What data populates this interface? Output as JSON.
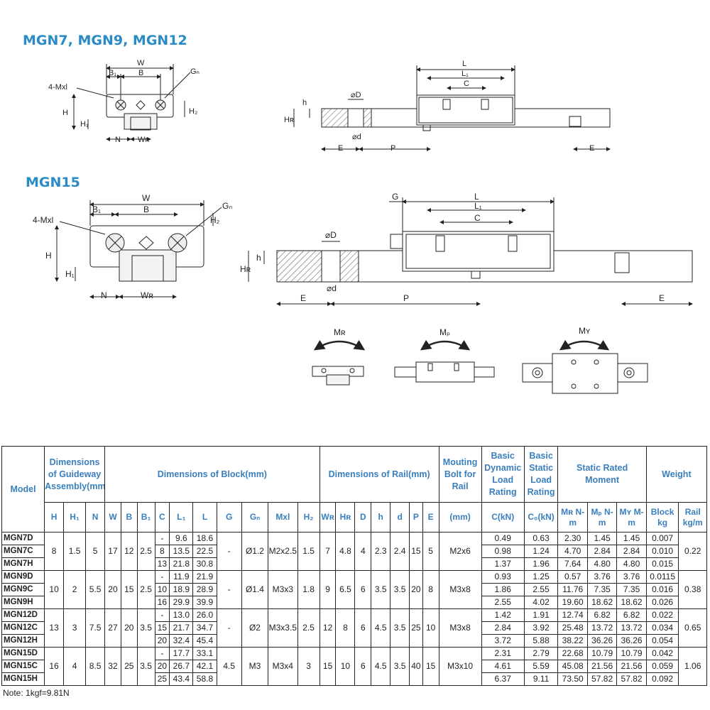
{
  "sections": {
    "top_title": "MGN7, MGN9, MGN12",
    "mid_title": "MGN15"
  },
  "drawing_labels": {
    "W": "W",
    "B": "B",
    "B1": "B₁",
    "Gn": "Gₙ",
    "Mxl": "4-Mxl",
    "H": "H",
    "H1": "H₁",
    "H2": "H₂",
    "N": "N",
    "WR": "Wʀ",
    "L": "L",
    "L1": "L₁",
    "C": "C",
    "D": "⌀D",
    "d": "⌀d",
    "h": "h",
    "HR": "Hʀ",
    "E": "E",
    "P": "P",
    "G": "G",
    "MR": "Mʀ",
    "MP": "Mₚ",
    "MY": "Mʏ"
  },
  "table": {
    "header": {
      "model": "Model",
      "guideway": "Dimensions of Guideway Assembly(mm)",
      "block": "Dimensions of Block(mm)",
      "rail": "Dimensions of Rail(mm)",
      "bolt": "Mouting Bolt for Rail",
      "dynamic": "Basic Dynamic Load Rating",
      "static": "Basic Static Load Rating",
      "moment": "Static Rated Moment",
      "weight": "Weight"
    },
    "subheader": [
      "H",
      "H₁",
      "N",
      "W",
      "B",
      "B₁",
      "C",
      "L₁",
      "L",
      "G",
      "Gₙ",
      "Mxl",
      "H₂",
      "Wʀ",
      "Hʀ",
      "D",
      "h",
      "d",
      "P",
      "E",
      "(mm)",
      "C(kN)",
      "C₀(kN)",
      "Mʀ N-m",
      "Mₚ N-m",
      "Mʏ M-m",
      "Block kg",
      "Rail kg/m"
    ],
    "groups": [
      {
        "H": "8",
        "H1": "1.5",
        "N": "5",
        "W": "17",
        "B": "12",
        "B1": "2.5",
        "G": "-",
        "Gn": "Ø1.2",
        "Mxl": "M2x2.5",
        "H2": "1.5",
        "WR": "7",
        "HR": "4.8",
        "D": "4",
        "h": "2.3",
        "d": "2.4",
        "P": "15",
        "E": "5",
        "bolt": "M2x6",
        "rail_kg": "0.22",
        "rows": [
          {
            "model": "MGN7D",
            "C": "-",
            "L1": "9.6",
            "L": "18.6",
            "Cdyn": "0.49",
            "C0": "0.63",
            "MR": "2.30",
            "MP": "1.45",
            "MY": "1.45",
            "block_kg": "0.007"
          },
          {
            "model": "MGN7C",
            "C": "8",
            "L1": "13.5",
            "L": "22.5",
            "Cdyn": "0.98",
            "C0": "1.24",
            "MR": "4.70",
            "MP": "2.84",
            "MY": "2.84",
            "block_kg": "0.010"
          },
          {
            "model": "MGN7H",
            "C": "13",
            "L1": "21.8",
            "L": "30.8",
            "Cdyn": "1.37",
            "C0": "1.96",
            "MR": "7.64",
            "MP": "4.80",
            "MY": "4.80",
            "block_kg": "0.015"
          }
        ]
      },
      {
        "H": "10",
        "H1": "2",
        "N": "5.5",
        "W": "20",
        "B": "15",
        "B1": "2.5",
        "G": "-",
        "Gn": "Ø1.4",
        "Mxl": "M3x3",
        "H2": "1.8",
        "WR": "9",
        "HR": "6.5",
        "D": "6",
        "h": "3.5",
        "d": "3.5",
        "P": "20",
        "E": "8",
        "bolt": "M3x8",
        "rail_kg": "0.38",
        "rows": [
          {
            "model": "MGN9D",
            "C": "-",
            "L1": "11.9",
            "L": "21.9",
            "Cdyn": "0.93",
            "C0": "1.25",
            "MR": "0.57",
            "MP": "3.76",
            "MY": "3.76",
            "block_kg": "0.0115"
          },
          {
            "model": "MGN9C",
            "C": "10",
            "L1": "18.9",
            "L": "28.9",
            "Cdyn": "1.86",
            "C0": "2.55",
            "MR": "11.76",
            "MP": "7.35",
            "MY": "7.35",
            "block_kg": "0.016"
          },
          {
            "model": "MGN9H",
            "C": "16",
            "L1": "29.9",
            "L": "39.9",
            "Cdyn": "2.55",
            "C0": "4.02",
            "MR": "19.60",
            "MP": "18.62",
            "MY": "18.62",
            "block_kg": "0.026"
          }
        ]
      },
      {
        "H": "13",
        "H1": "3",
        "N": "7.5",
        "W": "27",
        "B": "20",
        "B1": "3.5",
        "G": "-",
        "Gn": "Ø2",
        "Mxl": "M3x3.5",
        "H2": "2.5",
        "WR": "12",
        "HR": "8",
        "D": "6",
        "h": "4.5",
        "d": "3.5",
        "P": "25",
        "E": "10",
        "bolt": "M3x8",
        "rail_kg": "0.65",
        "rows": [
          {
            "model": "MGN12D",
            "C": "-",
            "L1": "13.0",
            "L": "26.0",
            "Cdyn": "1.42",
            "C0": "1.91",
            "MR": "12.74",
            "MP": "6.82",
            "MY": "6.82",
            "block_kg": "0.022"
          },
          {
            "model": "MGN12C",
            "C": "15",
            "L1": "21.7",
            "L": "34.7",
            "Cdyn": "2.84",
            "C0": "3.92",
            "MR": "25.48",
            "MP": "13.72",
            "MY": "13.72",
            "block_kg": "0.034"
          },
          {
            "model": "MGN12H",
            "C": "20",
            "L1": "32.4",
            "L": "45.4",
            "Cdyn": "3.72",
            "C0": "5.88",
            "MR": "38.22",
            "MP": "36.26",
            "MY": "36.26",
            "block_kg": "0.054"
          }
        ]
      },
      {
        "H": "16",
        "H1": "4",
        "N": "8.5",
        "W": "32",
        "B": "25",
        "B1": "3.5",
        "G": "4.5",
        "Gn": "M3",
        "Mxl": "M3x4",
        "H2": "3",
        "WR": "15",
        "HR": "10",
        "D": "6",
        "h": "4.5",
        "d": "3.5",
        "P": "40",
        "E": "15",
        "bolt": "M3x10",
        "rail_kg": "1.06",
        "rows": [
          {
            "model": "MGN15D",
            "C": "-",
            "L1": "17.7",
            "L": "33.1",
            "Cdyn": "2.31",
            "C0": "2.79",
            "MR": "22.68",
            "MP": "10.79",
            "MY": "10.79",
            "block_kg": "0.042"
          },
          {
            "model": "MGN15C",
            "C": "20",
            "L1": "26.7",
            "L": "42.1",
            "Cdyn": "4.61",
            "C0": "5.59",
            "MR": "45.08",
            "MP": "21.56",
            "MY": "21.56",
            "block_kg": "0.059"
          },
          {
            "model": "MGN15H",
            "C": "25",
            "L1": "43.4",
            "L": "58.8",
            "Cdyn": "6.37",
            "C0": "9.11",
            "MR": "73.50",
            "MP": "57.82",
            "MY": "57.82",
            "block_kg": "0.092"
          }
        ]
      }
    ]
  },
  "note": "Note: 1kgf=9.81N"
}
